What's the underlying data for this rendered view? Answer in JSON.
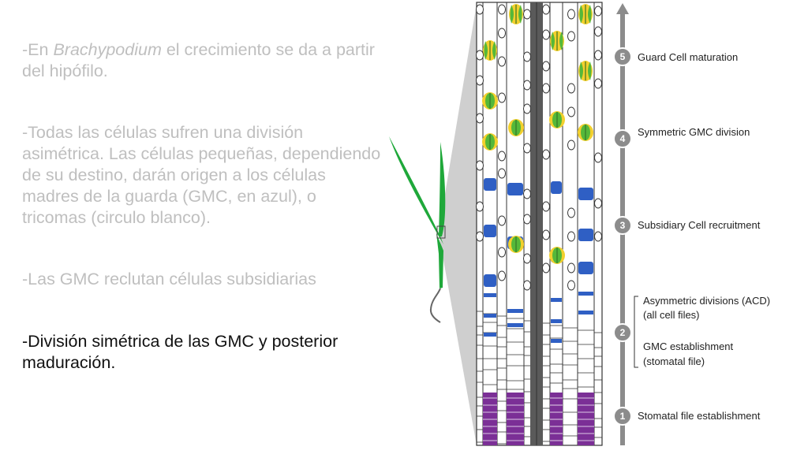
{
  "slide": {
    "p1": {
      "prefix": "-En ",
      "italic": "Brachypodium",
      "suffix": " el crecimiento se da a partir del hipófilo."
    },
    "p2": "-Todas las células sufren una división asimétrica. Las células pequeñas, dependiendo de su destino, darán origen a los células madres de la guarda (GMC, en azul), o tricomas (circulo blanco).",
    "p3": "-Las GMC reclutan células subsidiarias",
    "p4": "-División simétrica de las GMC y posterior maduración."
  },
  "stages": [
    {
      "num": "5",
      "lines": [
        "Guard Cell maturation"
      ]
    },
    {
      "num": "4",
      "lines": [
        "Symmetric GMC division"
      ]
    },
    {
      "num": "3",
      "lines": [
        "Subsidiary Cell recruitment"
      ]
    },
    {
      "num": "2",
      "lines": [
        "Asymmetric divisions (ACD)",
        "(all cell files)",
        "GMC establishment",
        "(stomatal file)"
      ]
    },
    {
      "num": "1",
      "lines": [
        "Stomatal file establishment"
      ]
    }
  ],
  "colors": {
    "leaf": "#1fa83a",
    "gmc": "#2f5fc4",
    "guard_cell": "#55b83a",
    "subsidiary": "#f2d02e",
    "trichome": "#ffffff",
    "early_cell": "#7b2f96",
    "vein": "#5a5a5a",
    "arrow": "#8c8c8c",
    "inactive_text": "#bfbfbf",
    "active_text": "#111111"
  }
}
